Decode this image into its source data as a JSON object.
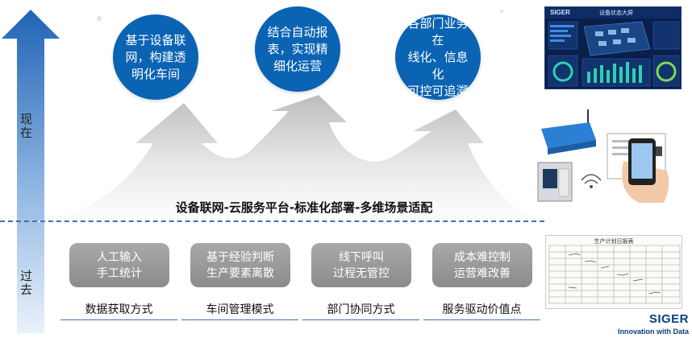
{
  "axis": {
    "now_label": "现在",
    "past_label": "过去"
  },
  "goals": [
    {
      "text": "基于设备联\n网，构建透\n明化车间"
    },
    {
      "text": "结合自动报\n表，实现精\n细化运营"
    },
    {
      "text": "各部门业务在\n线化、信息化\n可控可追溯"
    }
  ],
  "platform": {
    "text": "设备联网-云服务平台-标准化部署-多维场景适配"
  },
  "modes": [
    {
      "box_text": "人工输入\n手工统计",
      "label": "数据获取方式"
    },
    {
      "box_text": "基于经验判断\n生产要素离散",
      "label": "车间管理模式"
    },
    {
      "box_text": "线下呼叫\n过程无管控",
      "label": "部门协同方式"
    },
    {
      "box_text": "成本难控制\n运营难改善",
      "label": "服务驱动价值点"
    }
  ],
  "dashboard": {
    "brand": "SIGER",
    "title": "设备状态大屏"
  },
  "sheet": {
    "title": "生产计划日报表"
  },
  "brand": {
    "name": "SIGER",
    "tagline": "Innovation with Data"
  },
  "colors": {
    "primary_blue": "#0b63b3",
    "arrow_blue": "#2f6fb9",
    "gray_box": "#9a9a9a",
    "divider": "#3c72b6"
  }
}
